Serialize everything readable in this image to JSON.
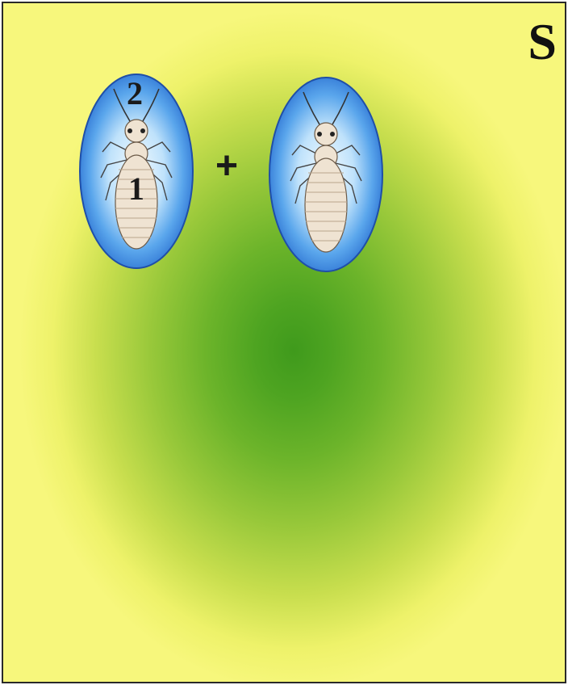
{
  "corner_letter": "S",
  "operator": "+",
  "markers": {
    "top": "2",
    "middle": "1"
  },
  "colors": {
    "background_center": "#3f9a1c",
    "background_edge": "#f7f77c",
    "oval_fill": "#3f8fe0",
    "oval_glow": "#dff2ff",
    "insect_body": "#efe3d2"
  },
  "icons": {
    "left": "termite-insect-icon",
    "right": "termite-insect-icon"
  }
}
